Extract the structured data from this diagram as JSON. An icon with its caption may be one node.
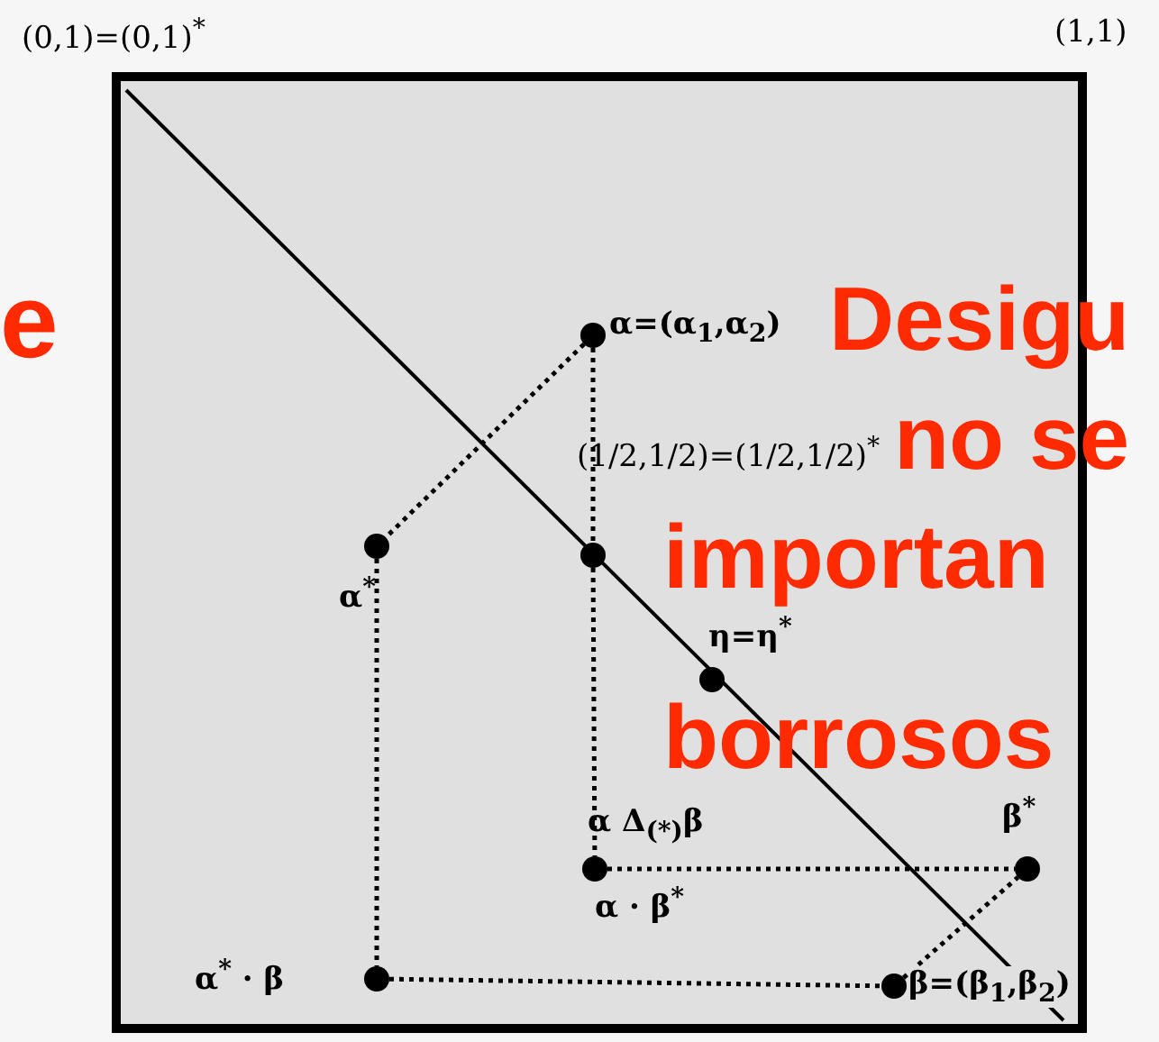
{
  "diagram": {
    "nodes": [
      {
        "text": [],
        "shape": "box"
      },
      {
        "text": [],
        "shape": "circle",
        "in": 0,
        "beside": [
          "**α**=(α$_{1}$,α$_{2}$)"
        ]
      },
      {
        "text": [],
        "shape": "circle",
        "in": 0,
        "beside": [
          "α$^{*}$"
        ]
      },
      {
        "text": [],
        "shape": "circle",
        "in": 0,
        "beside": [
          "(1/2,1/2)=(1/2,1/2)$^{*}$"
        ]
      },
      {
        "text": [],
        "shape": "circle",
        "in": 0,
        "beside": [
          "η=η$^{*}$"
        ]
      },
      {
        "text": [],
        "shape": "circle",
        "in": 0,
        "beside": [
          "α Δ$_{(*)}$β",
          "α · β$^{*}$"
        ]
      },
      {
        "text": [],
        "shape": "circle",
        "in": 0,
        "beside": [
          "β$^{*}$"
        ]
      },
      {
        "text": [],
        "shape": "circle",
        "in": 0,
        "beside": [
          "α$^{*}$ · β"
        ]
      },
      {
        "text": [],
        "shape": "circle",
        "in": 0,
        "beside": [
          "**β**=(β$_{1}$,β$_{2}$)"
        ]
      }
    ],
    "edges": [
      {
        "from": 1,
        "to": 2,
        "arrow": "none"
      },
      {
        "from": 1,
        "to": 3,
        "arrow": "none"
      },
      {
        "from": 3,
        "to": 5,
        "arrow": "none"
      },
      {
        "from": 2,
        "to": 7,
        "arrow": "none"
      },
      {
        "from": 7,
        "to": 8,
        "arrow": "none"
      },
      {
        "from": 8,
        "to": 6,
        "arrow": "none"
      },
      {
        "from": 5,
        "to": 6,
        "arrow": "none"
      }
    ],
    "labels": [
      "(0,1)=(0,1)$^{*}$",
      "(1,1)",
      "e",
      "Desigu",
      "no se",
      "importan",
      "borrosos"
    ]
  }
}
